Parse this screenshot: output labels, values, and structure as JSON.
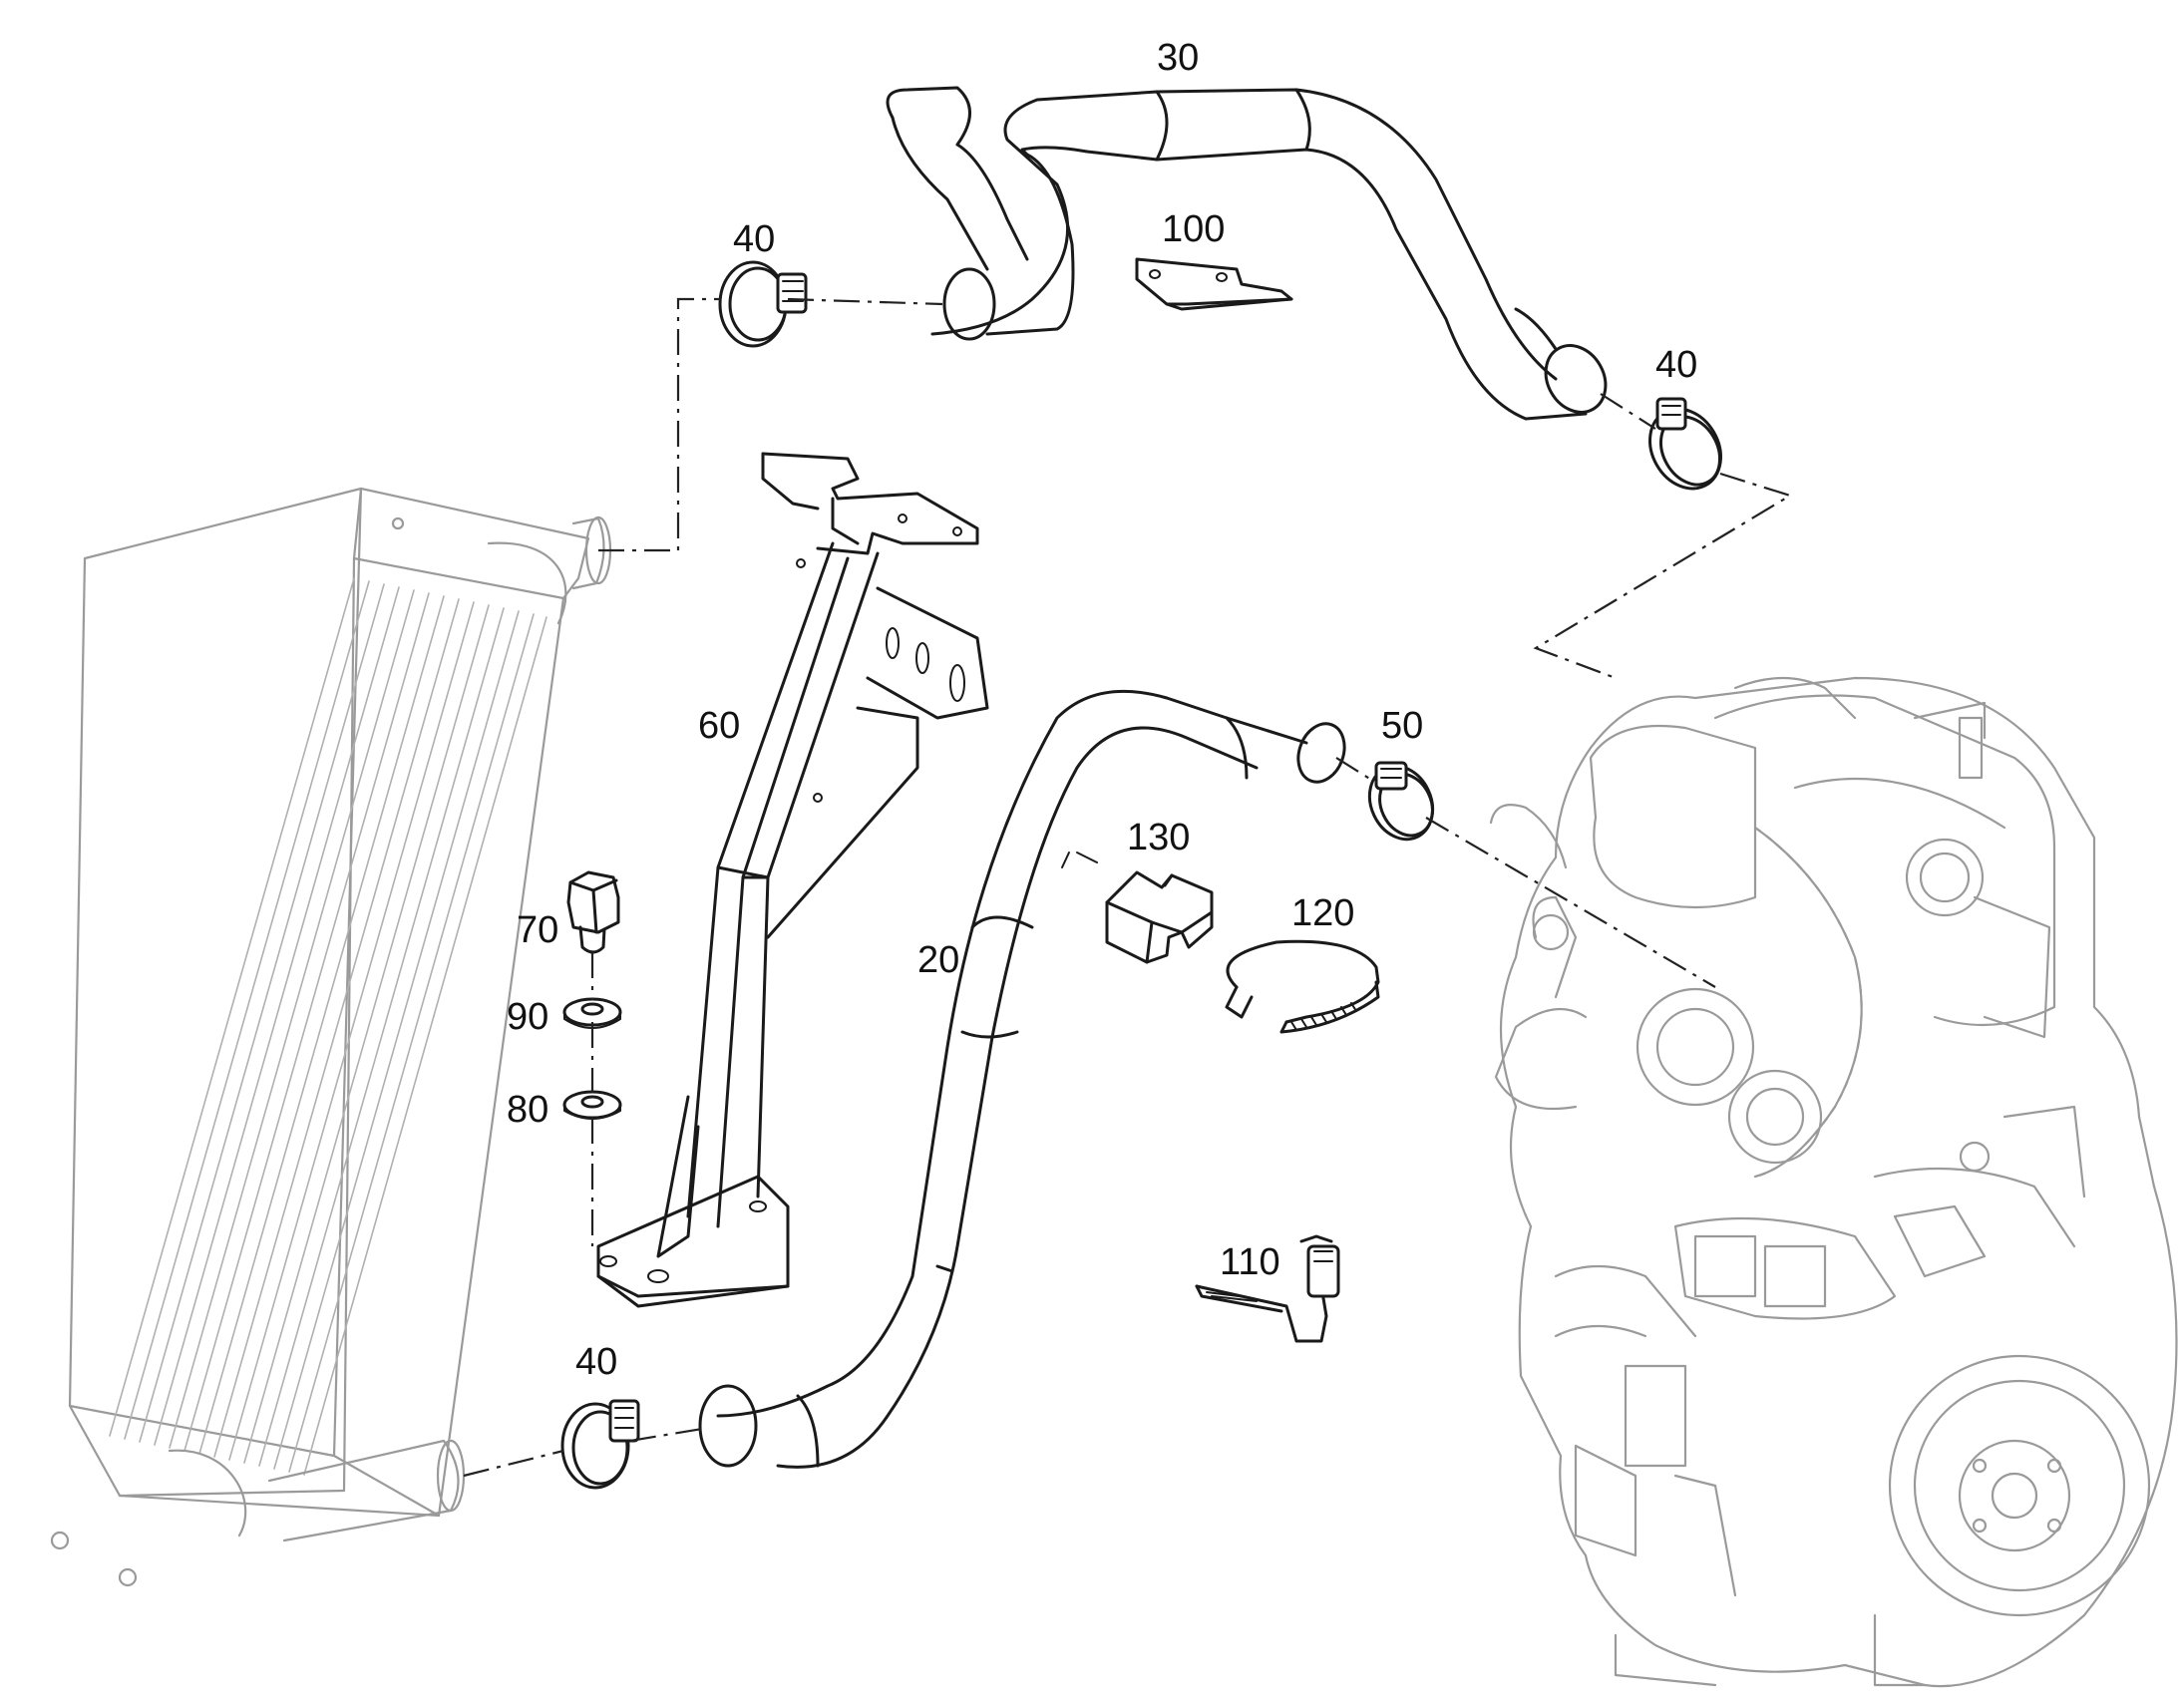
{
  "callouts": {
    "c20": "20",
    "c30": "30",
    "c40_top": "40",
    "c40_right": "40",
    "c40_bottom": "40",
    "c50": "50",
    "c60": "60",
    "c70": "70",
    "c80": "80",
    "c90": "90",
    "c100": "100",
    "c110": "110",
    "c120": "120",
    "c130": "130"
  },
  "colors": {
    "line": "#1a1a1a",
    "context_gray": "#9a9a9a",
    "background": "#ffffff"
  }
}
